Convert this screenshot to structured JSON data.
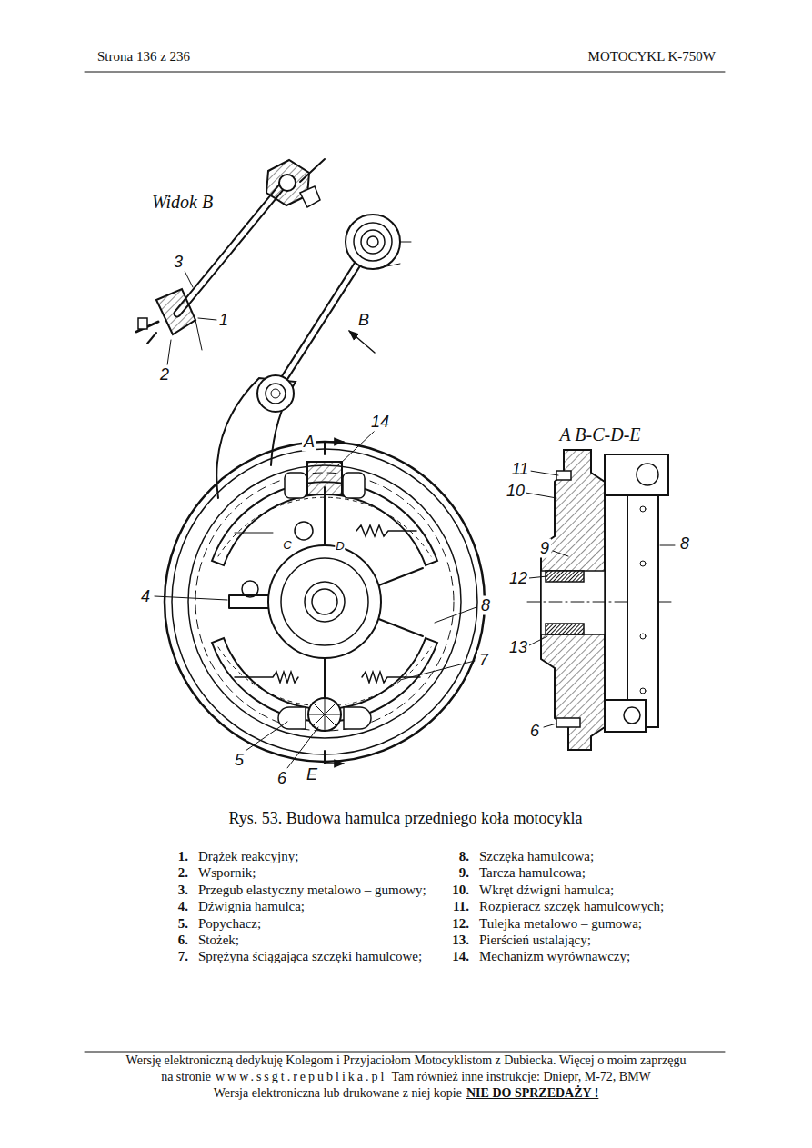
{
  "diagram": {
    "caption": "Rys. 53. Budowa hamulca przedniego koła motocykla",
    "labels": [
      "Strona 136 z 236",
      "MOTOCYKL K-750W",
      "Widok B",
      "3",
      "1",
      "2",
      "B",
      "A",
      "14",
      "4",
      "C",
      "D",
      "8",
      "7",
      "5",
      "6",
      "E",
      "A B-C-D-E",
      "11",
      "10",
      "9",
      "8",
      "12",
      "13",
      "6",
      "1.",
      "Drążek reakcyjny;",
      "2.",
      "Wspornik;",
      "3.",
      "Przegub elastyczny metalowo – gumowy;",
      "4.",
      "Dźwignia hamulca;",
      "5.",
      "Popychacz;",
      "6.",
      "Stożek;",
      "7.",
      "Sprężyna ściągająca szczęki hamulcowe;",
      "8.",
      "Szczęka hamulcowa;",
      "9.",
      "Tarcza hamulcowa;",
      "10.",
      "Wkręt dźwigni hamulca;",
      "11.",
      "Rozpieracz szczęk hamulcowych;",
      "12.",
      "Tulejka metalowo – gumowa;",
      "13.",
      "Pierścień ustalający;",
      "14.",
      "Mechanizm wyrównawczy;",
      "Wersję elektroniczną dedykuję Kolegom i Przyjaciołom Motocyklistom z Dubiecka. Więcej o moim zaprzęgu",
      "na stronie",
      "www.ssgt.republika.pl",
      "Tam również inne instrukcje: Dniepr, M-72, BMW",
      "Wersja elektroniczna lub drukowane z niej kopie",
      "NIE DO SPRZEDAŻY !"
    ]
  }
}
